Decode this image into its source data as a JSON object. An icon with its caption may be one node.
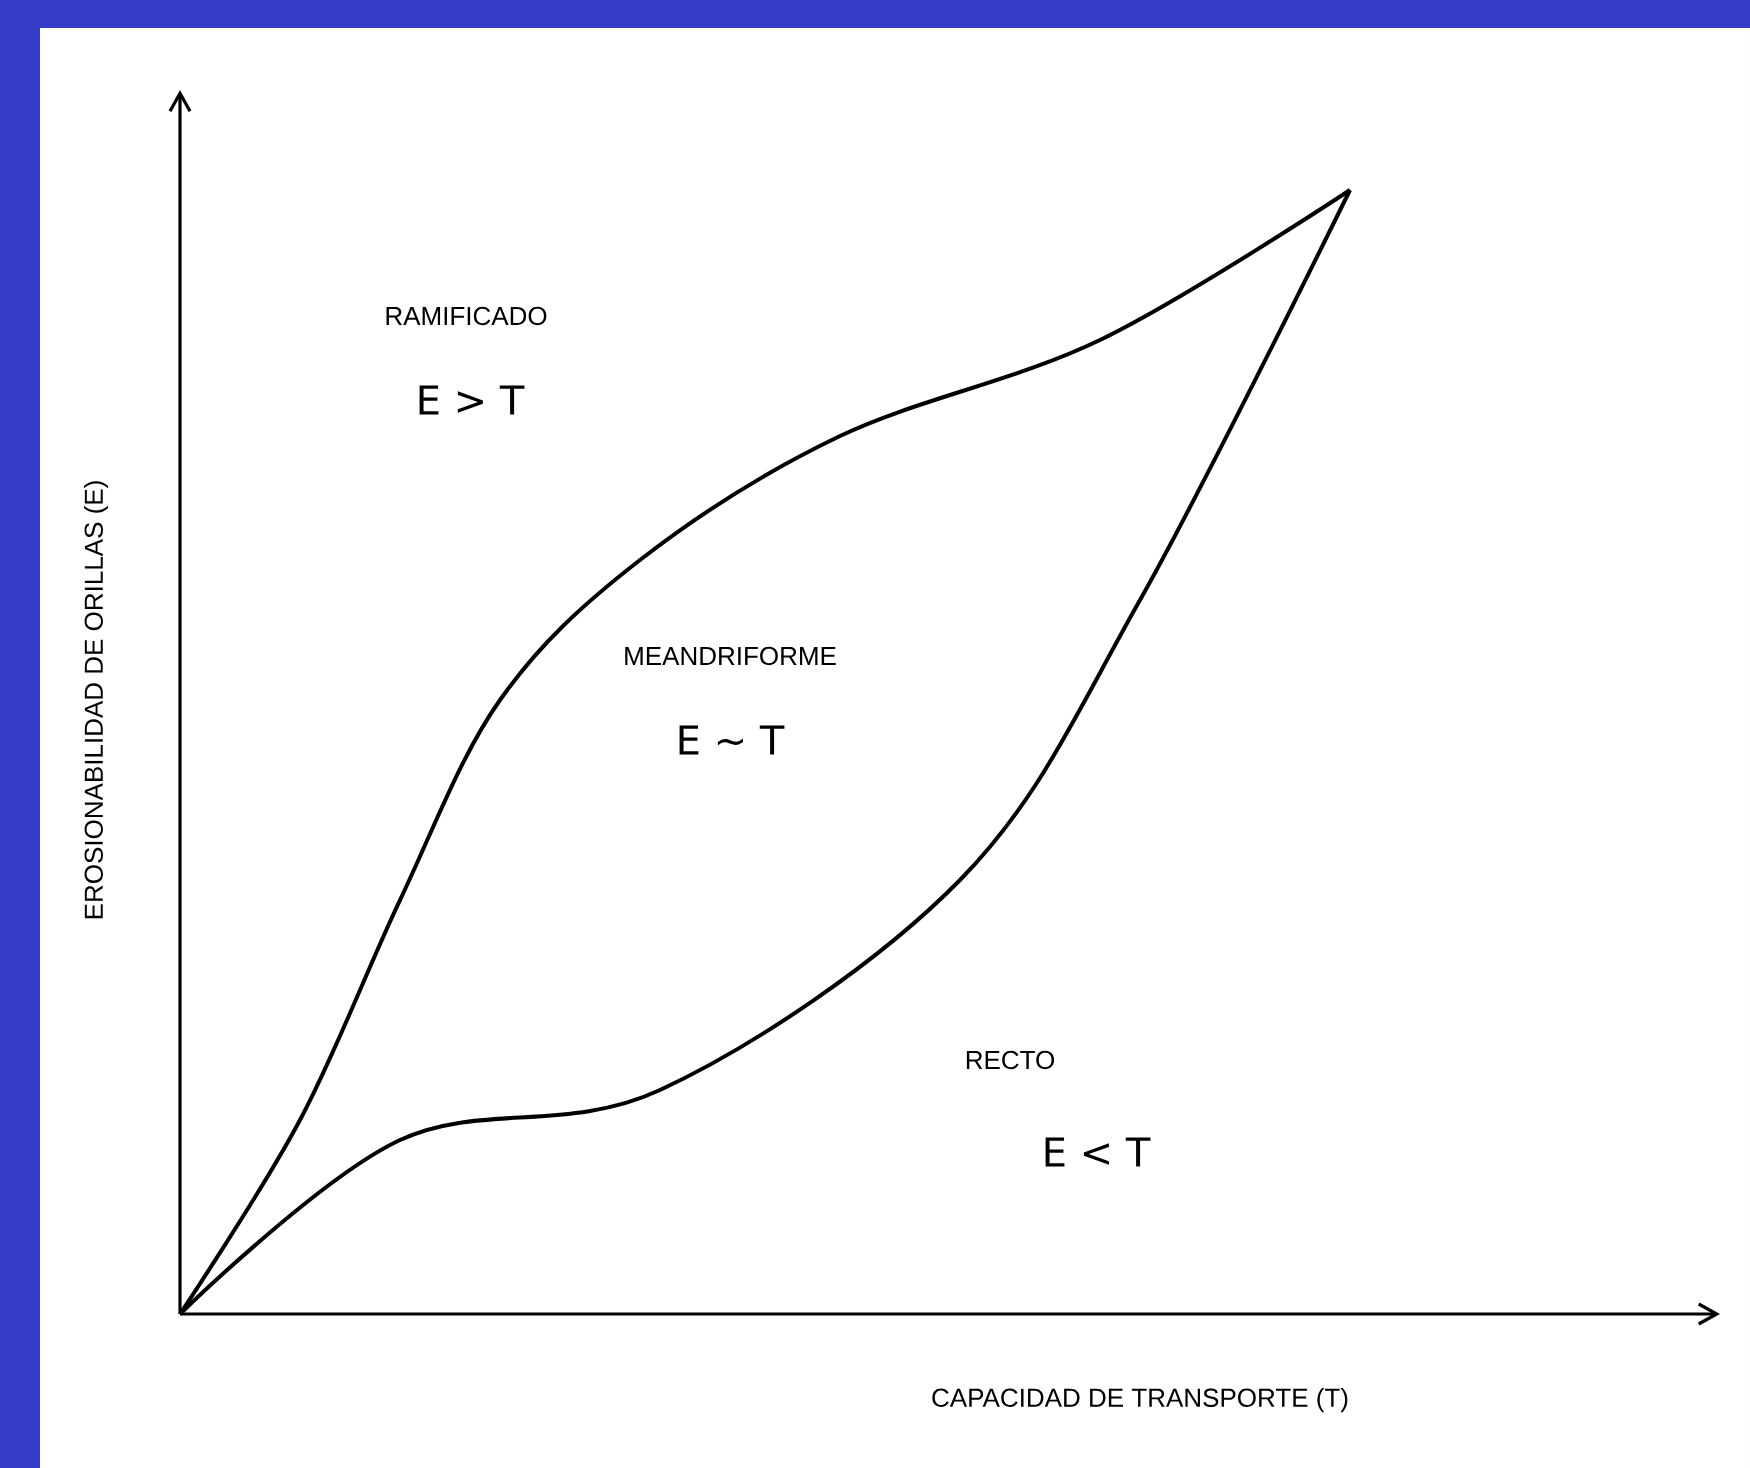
{
  "diagram": {
    "labels": [
      "EROSIONABILIDAD DE ORILLAS (E)",
      "RAMIFICADO",
      "E > T",
      "MEANDRIFORME",
      "E ∼ T",
      "RECTO",
      "E < T",
      "CAPACIDAD DE TRANSPORTE (T)"
    ]
  }
}
